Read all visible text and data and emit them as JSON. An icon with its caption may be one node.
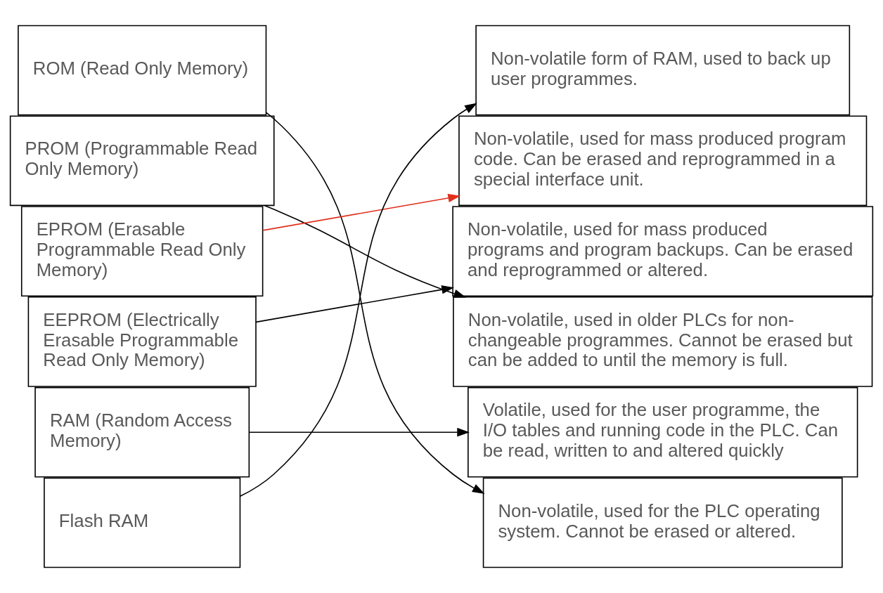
{
  "diagram": {
    "nodes": [
      {
        "text": [
          "ROM (Read Only Memory)"
        ]
      },
      {
        "text": [
          "PROM (Programmable Read Only Memory)"
        ]
      },
      {
        "text": [
          "EPROM (Erasable Programmable Read Only Memory)"
        ]
      },
      {
        "text": [
          "EEPROM (Electrically Erasable Programmable Read Only Memory)"
        ]
      },
      {
        "text": [
          "RAM (Random Access Memory)"
        ]
      },
      {
        "text": [
          "Flash RAM"
        ]
      },
      {
        "text": [
          "Non-volatile form of RAM, used to back up user programmes."
        ]
      },
      {
        "text": [
          "Non-volatile, used for mass produced program code. Can be erased and reprogrammed in a special interface unit."
        ]
      },
      {
        "text": [
          "Non-volatile, used for mass produced programs and program backups. Can be erased and reprogrammed or altered."
        ]
      },
      {
        "text": [
          "Non-volatile, used in older PLCs for non-changeable programmes. Cannot be erased but can be added to until the memory is full."
        ]
      },
      {
        "text": [
          "Volatile, used for the user programme, the I/O tables and running code in the PLC. Can be read, written to and altered quickly"
        ]
      },
      {
        "text": [
          "Non-volatile, used for the PLC operating system. Cannot be erased or altered."
        ]
      }
    ],
    "edges": [
      {
        "from": 0,
        "to": 11,
        "arrow": "to"
      },
      {
        "from": 1,
        "to": 9,
        "arrow": "to"
      },
      {
        "from": 2,
        "to": 7,
        "arrow": "to",
        "color": "#e0301e"
      },
      {
        "from": 3,
        "to": 8,
        "arrow": "to"
      },
      {
        "from": 4,
        "to": 10,
        "arrow": "to"
      },
      {
        "from": 5,
        "to": 6,
        "arrow": "to"
      }
    ]
  }
}
